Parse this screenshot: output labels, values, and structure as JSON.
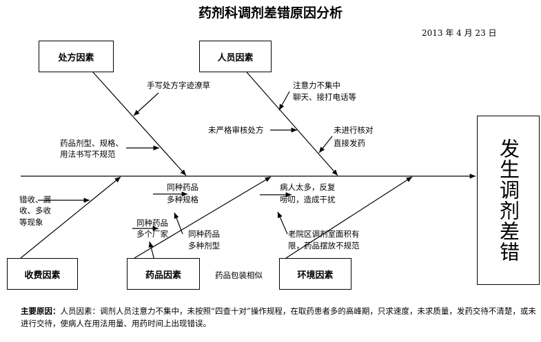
{
  "title": "药剂科调剂差错原因分析",
  "date": "2013 年 4 月 23 日",
  "effect": "发生调剂差错",
  "categories": {
    "prescription": "处方因素",
    "staff": "人员因素",
    "billing": "收费因素",
    "drug": "药品因素",
    "environment": "环境因素"
  },
  "causes": {
    "handwriting": "手写处方字迹潦草",
    "dosage_form_1": "药品剂型、规格、",
    "dosage_form_2": "用法书写不规范",
    "attention_1": "注意力不集中",
    "attention_2": "聊天、接打电话等",
    "not_reviewed": "未严格审核处方",
    "not_checked_1": "未进行核对",
    "not_checked_2": "直接发药",
    "billing_1": "错收、漏",
    "billing_2": "收、多收",
    "billing_3": "等现象",
    "same_drug_specs_1": "同种药品",
    "same_drug_specs_2": "多种规格",
    "same_drug_maker_1": "同种药品",
    "same_drug_maker_2": "多个厂家",
    "same_drug_forms_1": "同种药品",
    "same_drug_forms_2": "多种剂型",
    "packaging": "药品包装相似",
    "patients_1": "病人太多，反复",
    "patients_2": "唠叨，造成干扰",
    "room_1": "老院区调剂室面积有",
    "room_2": "限，药品摆放不规范"
  },
  "summary": {
    "label": "主要原因：",
    "text": "人员因素：调剂人员注意力不集中，未按照“四查十对”操作规程，在取药患者多的高峰期，只求速度，未求质量，发药交待不清楚，或未进行交待，使病人在用法用量、用药时间上出现错误。"
  }
}
